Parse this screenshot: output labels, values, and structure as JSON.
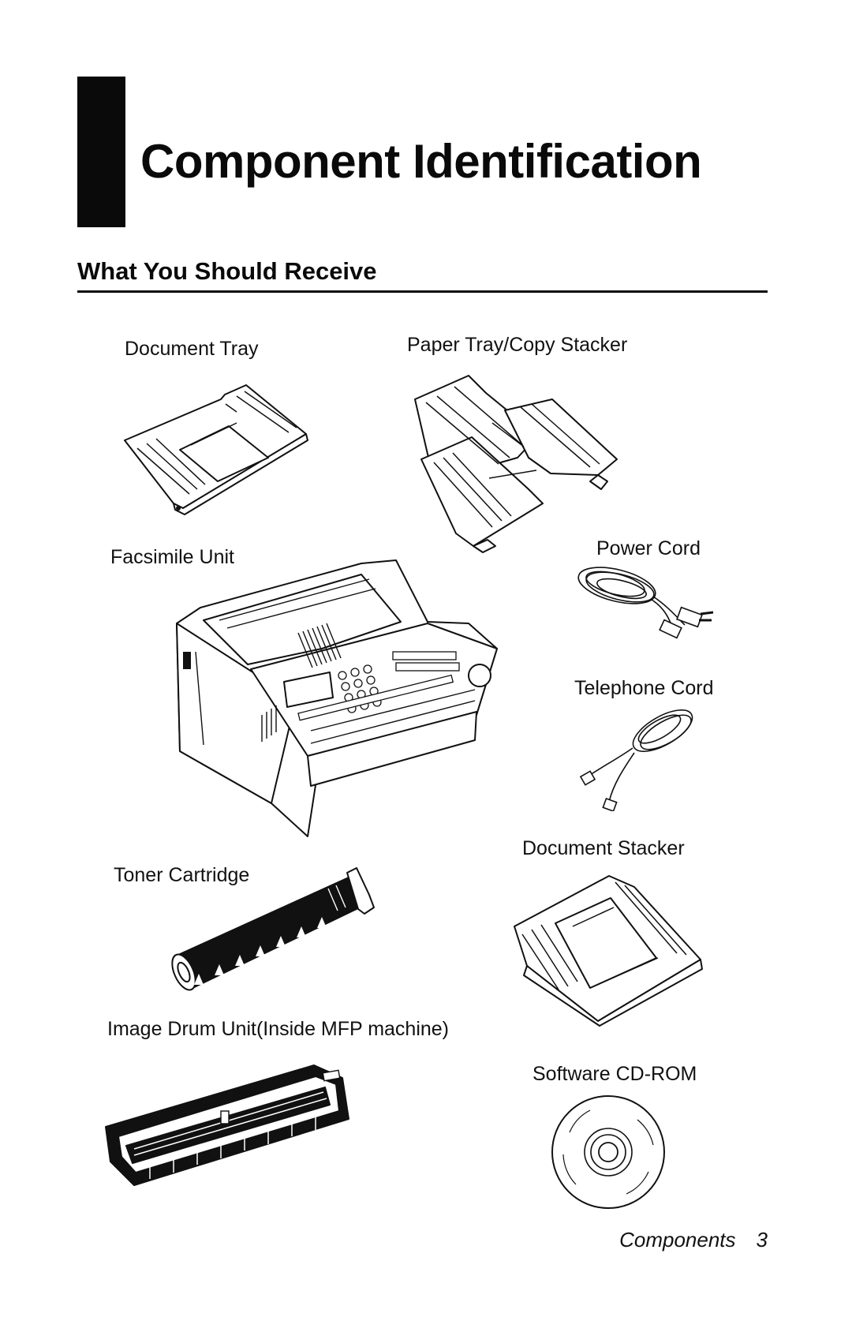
{
  "chapter": {
    "title": "Component Identification"
  },
  "section": {
    "heading": "What You Should Receive"
  },
  "items": {
    "document_tray": "Document Tray",
    "paper_tray": "Paper Tray/Copy Stacker",
    "facsimile_unit": "Facsimile Unit",
    "power_cord": "Power Cord",
    "telephone_cord": "Telephone Cord",
    "document_stacker": "Document Stacker",
    "toner_cartridge": "Toner Cartridge",
    "image_drum": "Image Drum Unit(Inside MFP machine)",
    "software_cd": "Software CD-ROM"
  },
  "footer": {
    "section_name": "Components",
    "page_number": "3"
  },
  "icons": {
    "document_tray": "document-tray-illustration",
    "paper_tray": "paper-tray-illustration",
    "facsimile_unit": "fax-machine-illustration",
    "power_cord": "power-cord-illustration",
    "telephone_cord": "telephone-cord-illustration",
    "document_stacker": "document-stacker-illustration",
    "toner_cartridge": "toner-cartridge-illustration",
    "image_drum": "image-drum-illustration",
    "software_cd": "cd-rom-illustration"
  }
}
